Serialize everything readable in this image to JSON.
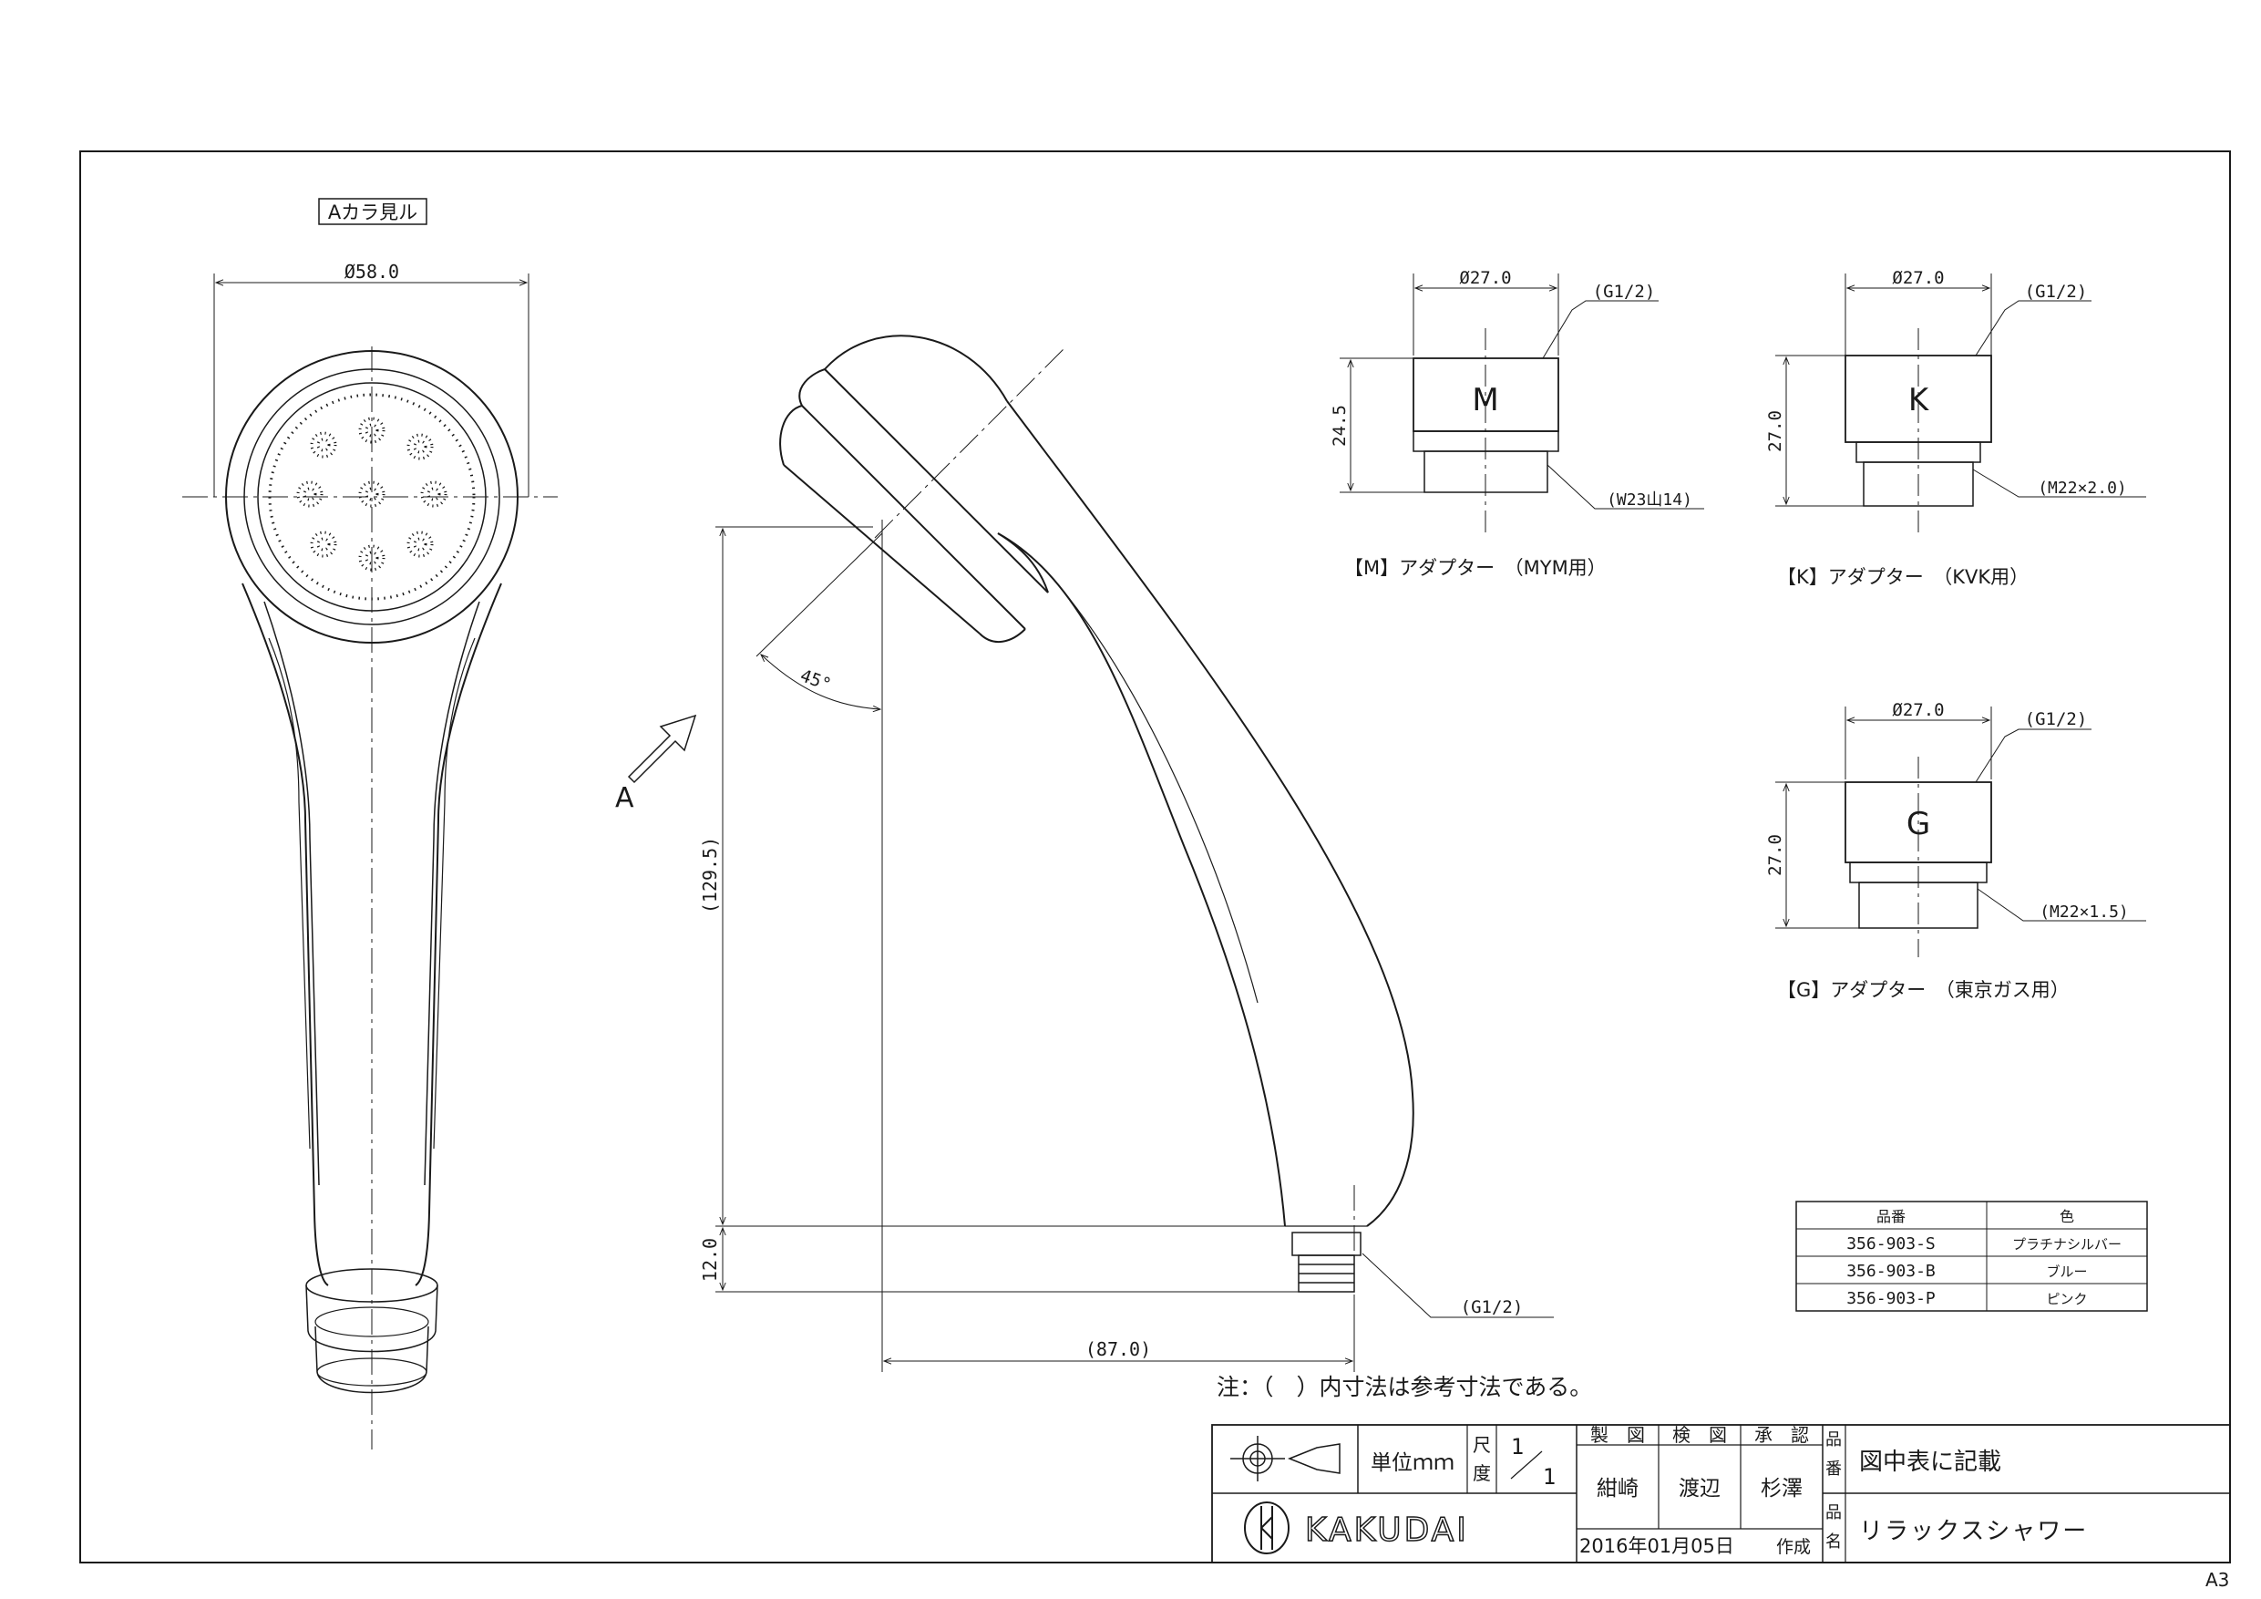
{
  "view": {
    "from_a_label": "Aカラ見ル",
    "arrow_label": "A"
  },
  "dims": {
    "head_dia": "Ø58.0",
    "height": "(129.5)",
    "angle": "45°",
    "offset": "(87.0)",
    "base_h": "12.0",
    "thread": "(G1/2)"
  },
  "adapters": [
    {
      "letter": "M",
      "dia": "Ø27.0",
      "thread": "(G1/2)",
      "height": "24.5",
      "bottom": "(W23山14)",
      "caption": "【M】アダプター　（MYM用）"
    },
    {
      "letter": "K",
      "dia": "Ø27.0",
      "thread": "(G1/2)",
      "height": "27.0",
      "bottom": "(M22×2.0)",
      "caption": "【K】アダプター　（KVK用）"
    },
    {
      "letter": "G",
      "dia": "Ø27.0",
      "thread": "(G1/2)",
      "height": "27.0",
      "bottom": "(M22×1.5)",
      "caption": "【G】アダプター　（東京ガス用）"
    }
  ],
  "parts_table": {
    "headers": [
      "品番",
      "色"
    ],
    "rows": [
      [
        "356-903-S",
        "プラチナシルバー"
      ],
      [
        "356-903-B",
        "ブルー"
      ],
      [
        "356-903-P",
        "ピンク"
      ]
    ]
  },
  "note": "注：（　）内寸法は参考寸法である。",
  "title_block": {
    "unit": "単位ｍｍ",
    "scale_label": "尺度",
    "scale_num": "1",
    "scale_den": "1",
    "roles": [
      "製　図",
      "検　図",
      "承　認"
    ],
    "names": [
      "紺崎",
      "渡辺",
      "杉澤"
    ],
    "date": "2016年01月05日",
    "created": "作成",
    "part_no_label": "品番",
    "part_no_value": "図中表に記載",
    "product_label": "品名",
    "product_name": "リラックスシャワー",
    "logo_text": "KAKUDAI"
  },
  "sheet_size": "A3"
}
